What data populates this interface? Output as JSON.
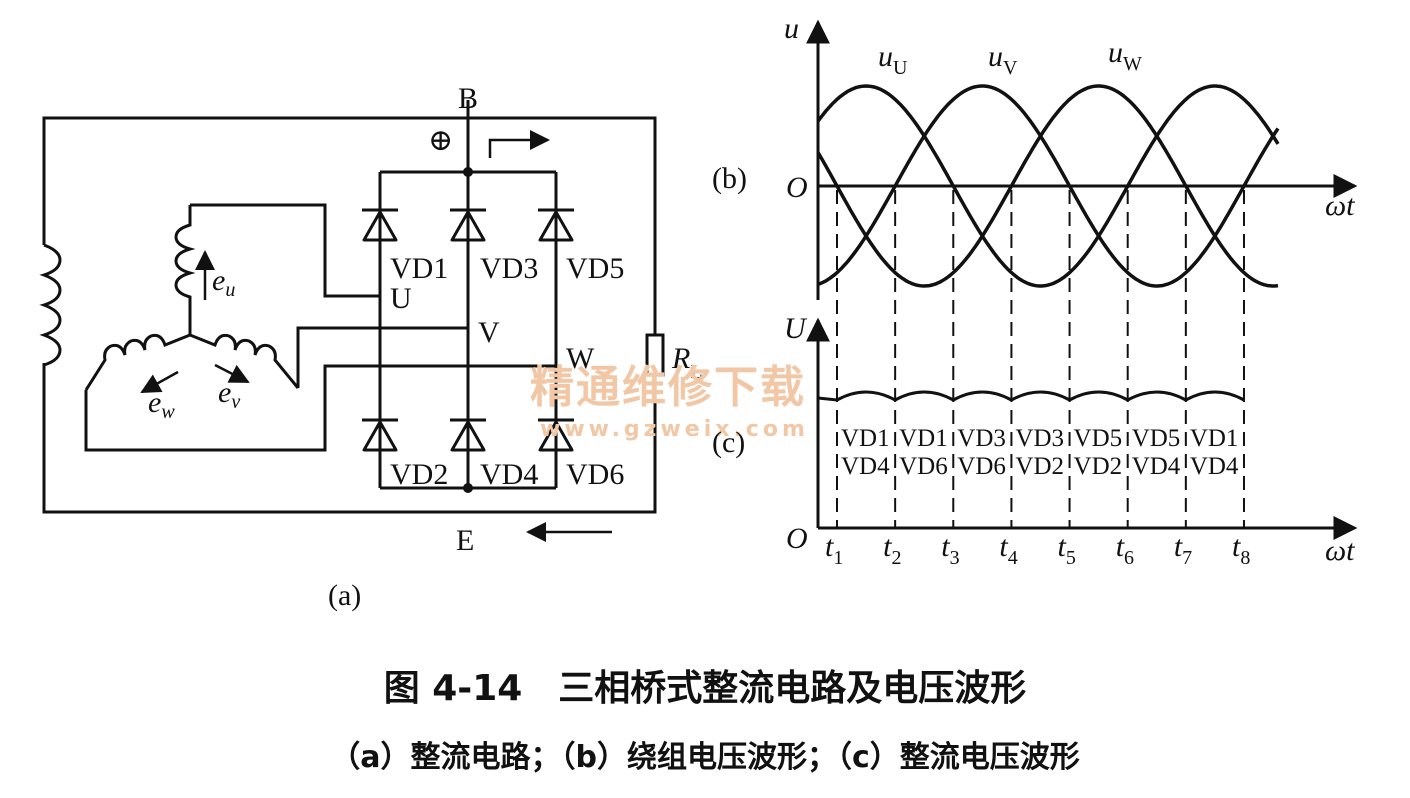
{
  "watermark": {
    "cn": "精通维修下载",
    "url": "www.gzweix.com"
  },
  "circuit": {
    "panel_label": "(a)",
    "node_top": "B",
    "node_bottom": "E",
    "plus_symbol": "⊕",
    "diodes_top": [
      "VD1",
      "VD3",
      "VD5"
    ],
    "diodes_bottom": [
      "VD2",
      "VD4",
      "VD6"
    ],
    "phase_nodes": [
      "U",
      "V",
      "W"
    ],
    "emf_u": {
      "main": "e",
      "sub": "u"
    },
    "emf_v": {
      "main": "e",
      "sub": "v"
    },
    "emf_w": {
      "main": "e",
      "sub": "w"
    },
    "load": {
      "main": "R",
      "sub": "L"
    }
  },
  "waveform_b": {
    "panel_label": "(b)",
    "y_axis": "u",
    "x_axis": "ωt",
    "origin": "O",
    "curves": [
      {
        "main": "u",
        "sub": "U"
      },
      {
        "main": "u",
        "sub": "V"
      },
      {
        "main": "u",
        "sub": "W"
      }
    ]
  },
  "waveform_c": {
    "panel_label": "(c)",
    "y_axis": "U",
    "x_axis": "ωt",
    "origin": "O",
    "t_labels": [
      "1",
      "2",
      "3",
      "4",
      "5",
      "6",
      "7",
      "8"
    ],
    "t_main": "t",
    "conducting_top": [
      "VD1",
      "VD1",
      "VD3",
      "VD3",
      "VD5",
      "VD5",
      "VD1"
    ],
    "conducting_bottom": [
      "VD4",
      "VD6",
      "VD6",
      "VD2",
      "VD2",
      "VD4",
      "VD4"
    ]
  },
  "caption": {
    "title": "图 4-14　三相桥式整流电路及电压波形",
    "subtitle": "（a）整流电路；（b）绕组电压波形；（c）整流电压波形"
  }
}
